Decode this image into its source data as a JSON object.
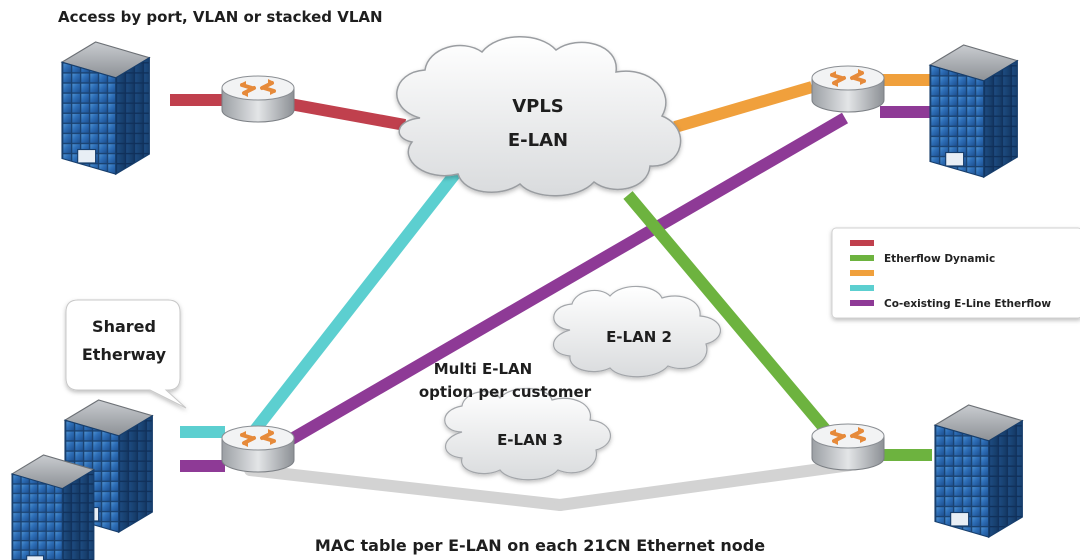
{
  "top_caption": "Access by port, VLAN or stacked VLAN",
  "bottom_caption": "MAC table per E-LAN on each 21CN Ethernet node",
  "main_cloud": {
    "line1": "VPLS",
    "line2": "E-LAN"
  },
  "cloud_elan2": "E-LAN 2",
  "cloud_elan3": "E-LAN 3",
  "multi_label": {
    "line1": "Multi E-LAN",
    "line2": "option per customer"
  },
  "callout": {
    "line1": "Shared",
    "line2": "Etherway"
  },
  "legend": {
    "items": [
      {
        "label": "",
        "color": "#c0404d"
      },
      {
        "label": "Etherflow Dynamic",
        "color": "#6db33f"
      },
      {
        "label": "",
        "color": "#f0a03c"
      },
      {
        "label": "",
        "color": "#5ccfd0"
      },
      {
        "label": "Co-existing E-Line Etherflow",
        "color": "#8e3a96"
      }
    ]
  },
  "colors": {
    "red": "#c0404d",
    "green": "#6db33f",
    "orange": "#f0a03c",
    "cyan": "#5ccfd0",
    "purple": "#8e3a96",
    "grey_link": "#d3d3d3"
  },
  "icons": {
    "building": "office-building-icon",
    "router": "router-icon",
    "cloud": "cloud-icon"
  }
}
